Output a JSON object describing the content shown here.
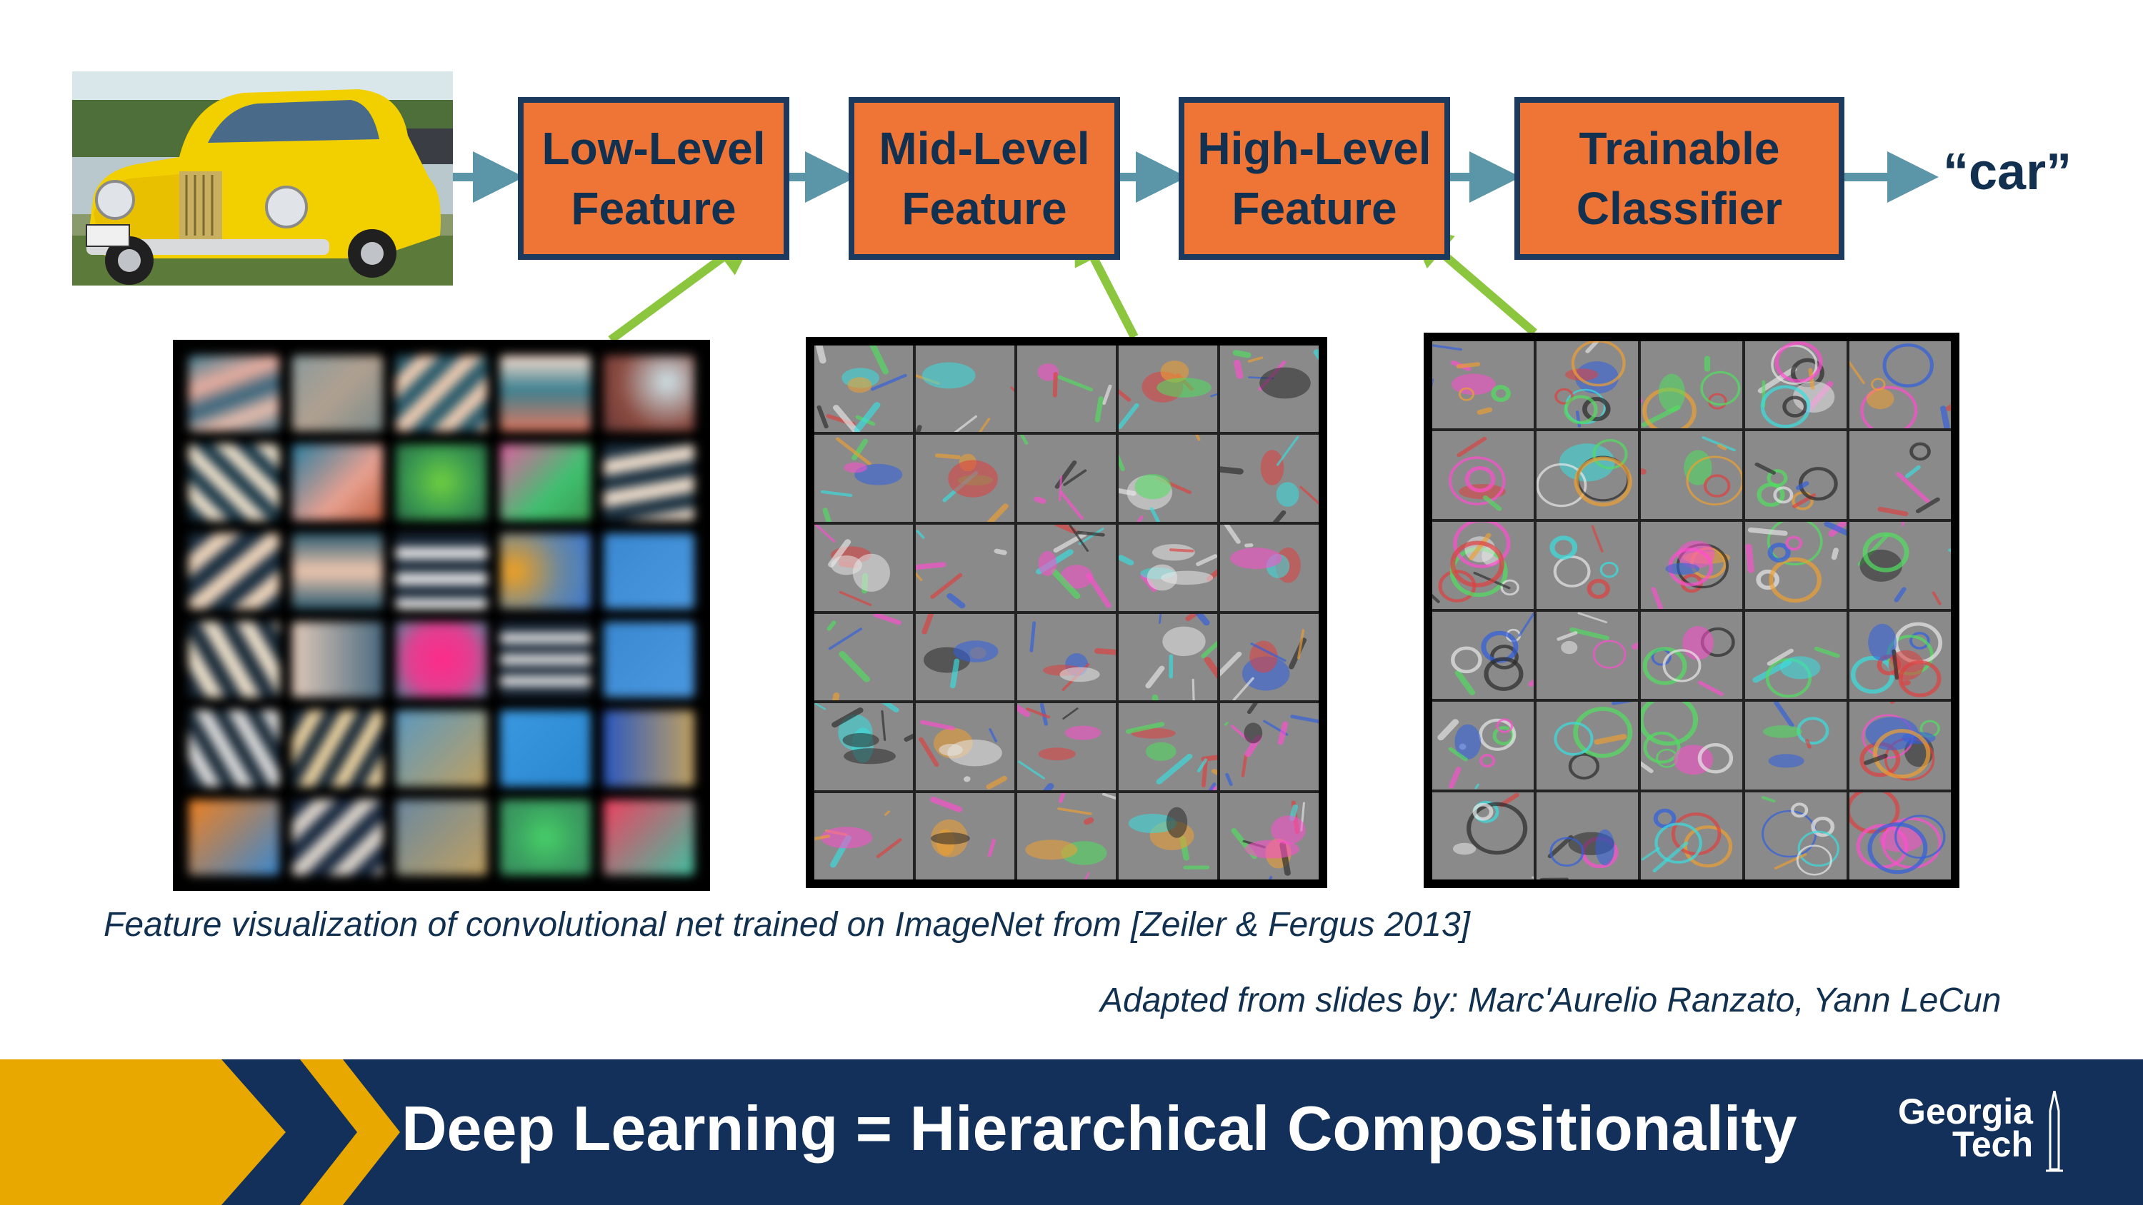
{
  "pipeline": {
    "stages": [
      {
        "label": "Low-Level\nFeature"
      },
      {
        "label": "Mid-Level\nFeature"
      },
      {
        "label": "High-Level\nFeature"
      },
      {
        "label": "Trainable\nClassifier"
      }
    ],
    "output": "“car”"
  },
  "caption": "Feature visualization of convolutional net trained on ImageNet from [Zeiler & Fergus 2013]",
  "attribution": "Adapted from slides by: Marc'Aurelio Ranzato, Yann LeCun",
  "footer": {
    "title": "Deep Learning = Hierarchical Compositionality",
    "logo_line1": "Georgia",
    "logo_line2": "Tech"
  },
  "colors": {
    "stage_fill": "#ee7536",
    "stage_border": "#1c3a5e",
    "arrow_teal": "#5b96a8",
    "arrow_green": "#8cc63f",
    "footer_navy": "#13305a",
    "footer_gold": "#e8a800"
  },
  "low_level_filters": [
    "linear-gradient(160deg,#3a7a90 0%,#f0b0a0 35%,#2a5e78 55%,#f2c2b0 75%,#3a6a80 100%)",
    "linear-gradient(135deg,#8a9a9c,#b0a090,#7a8a8a)",
    "repeating-linear-gradient(135deg,#2b5b6b 0 22px,#e8c8b0 22px 44px)",
    "linear-gradient(180deg,#ffe0d0 0%,#3a8090 45%,#e07860 100%)",
    "radial-gradient(circle at 70% 35%,#cfe4ea 0%,#8a4a40 60%,#6a3a38 100%)",
    "repeating-linear-gradient(45deg,#1a3848 0 20px,#e8dcc8 20px 40px)",
    "linear-gradient(135deg,#2a7ea0 0%,#e8a090 60%,#c06040 100%)",
    "radial-gradient(circle,#70d040 0%,#3a9a50 55%,#2a6a48 100%)",
    "linear-gradient(135deg,#e060a0 0%,#40c070 60%,#3a9a50 100%)",
    "repeating-linear-gradient(170deg,#1a3040 0 22px,#e8d8c8 22px 44px)",
    "repeating-linear-gradient(140deg,#1a2e40 0 24px,#e8d0b8 24px 48px)",
    "linear-gradient(180deg,#2a5a70 0%,#f2c8b0 50%,#2a5a70 100%)",
    "repeating-linear-gradient(180deg,#1a2838 0 20px,#f0f0f0 20px 36px)",
    "radial-gradient(circle at 15% 50%,#f0a020 0%,#6a88a0 55%,#3a78d0 100%)",
    "linear-gradient(135deg,#3a88d0,#4a98e0)",
    "repeating-linear-gradient(60deg,#1a2a38 0 22px,#e8dcc8 22px 44px)",
    "linear-gradient(90deg,#e0c8b8 0%,#4a6a80 100%)",
    "radial-gradient(circle,#ff2a8a 0%,#e04090 55%,#5a88a0 100%)",
    "repeating-linear-gradient(180deg,#1a2838 0 16px,#e8e8e8 16px 30px)",
    "linear-gradient(135deg,#3a88d0,#4a98e0)",
    "repeating-linear-gradient(60deg,#1a2a38 0 20px,#d8d8d8 20px 40px)",
    "repeating-linear-gradient(120deg,#1a2a38 0 20px,#e8d0a0 20px 40px)",
    "linear-gradient(135deg,#5a98c0,#c0a060)",
    "linear-gradient(135deg,#3a98e0,#2a88d0)",
    "linear-gradient(90deg,#2a58c0 0%,#c0a060 100%)",
    "linear-gradient(135deg,#f08020 0%,#3a88d0 100%)",
    "repeating-linear-gradient(135deg,#1a2a40 0 22px,#d8d0c8 22px 44px)",
    "linear-gradient(135deg,#6a88a0,#c0a060)",
    "radial-gradient(circle,#48d068 0%,#3aa060 55%,#3a8a60 100%)",
    "linear-gradient(135deg,#f04060 0%,#40c0a0 100%)"
  ]
}
